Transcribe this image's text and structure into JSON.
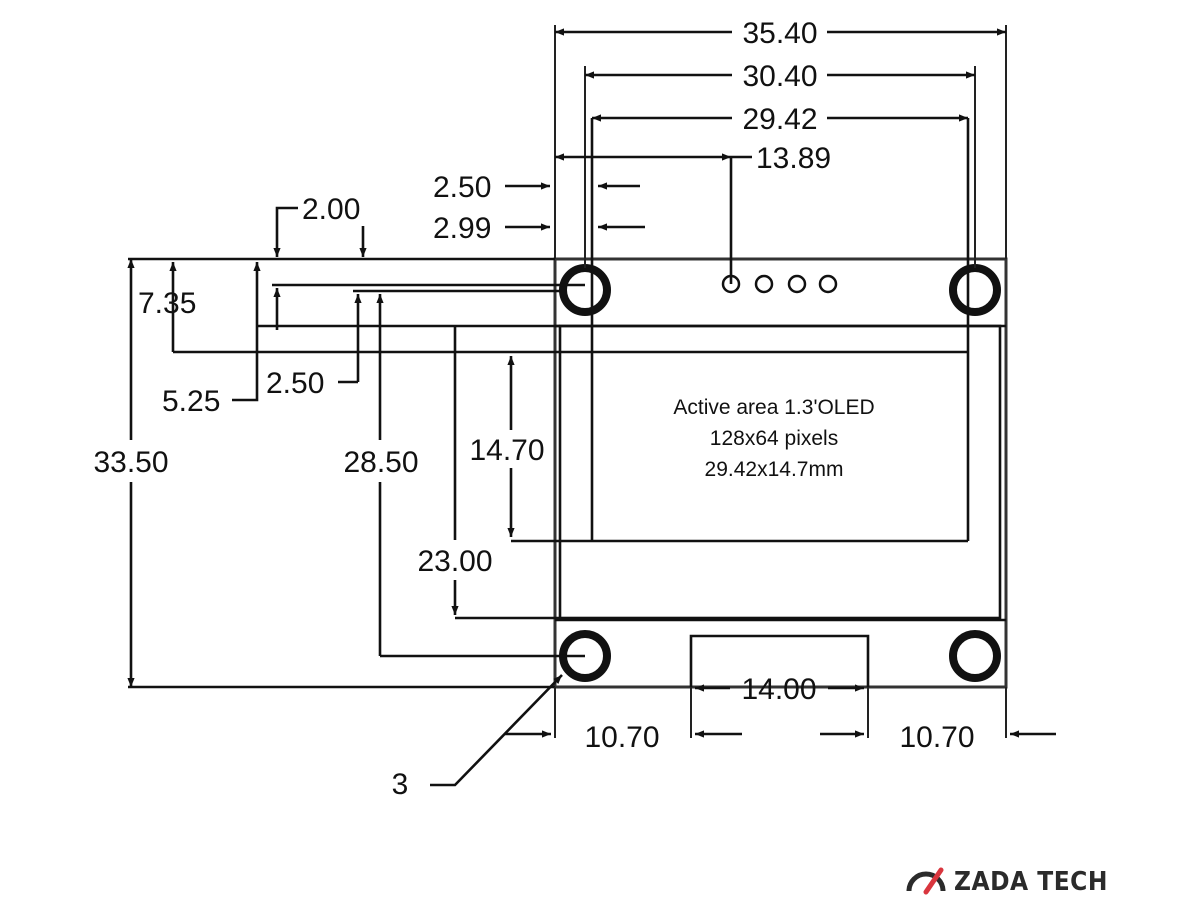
{
  "dimensions": {
    "overall_width": "35.40",
    "hole_spacing": "30.40",
    "active_width": "29.42",
    "pin_offset": "13.89",
    "top_offset_a": "2.50",
    "top_offset_b": "2.99",
    "left_offset": "2.00",
    "hole_offset_v": "7.35",
    "glass_offset": "5.25",
    "active_top_offset": "2.50",
    "overall_height": "33.50",
    "hole_spacing_v": "28.50",
    "active_height": "14.70",
    "glass_height": "23.00",
    "header_width": "14.00",
    "edge_left": "10.70",
    "edge_right": "10.70",
    "hole_diameter": "3"
  },
  "active_area": {
    "line1": "Active area 1.3'OLED",
    "line2": "128x64 pixels",
    "line3": "29.42x14.7mm"
  },
  "brand": {
    "name": "ZADA TECH",
    "accent_color": "#d9363e",
    "logo_icon": "gauge-icon"
  }
}
